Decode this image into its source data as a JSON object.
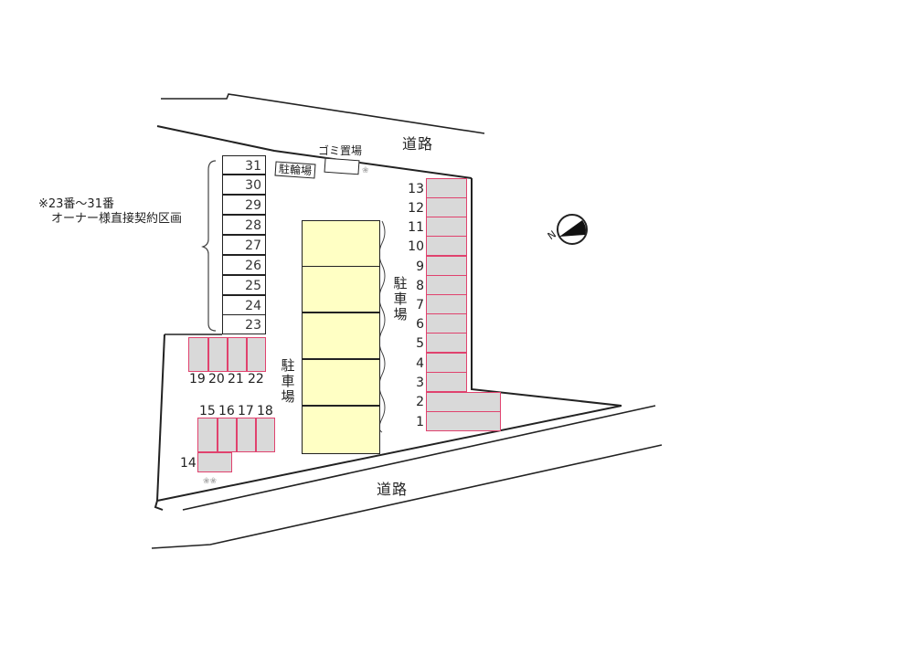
{
  "map": {
    "type": "parking-lot-site-plan",
    "roads": [
      {
        "label": "道路",
        "position": "north"
      },
      {
        "label": "道路",
        "position": "south"
      }
    ],
    "facilities": {
      "garbage_area": "ゴミ置場",
      "bicycle_parking": "駐輪場",
      "parking_label_center": "駐車場",
      "parking_label_right": "駐車場"
    },
    "note": {
      "line1": "※23番〜31番",
      "line2": "オーナー様直接契約区画"
    },
    "compass": {
      "label": "N",
      "icon": "north-arrow-icon"
    },
    "owner_contract_slots": [
      "31",
      "30",
      "29",
      "28",
      "27",
      "26",
      "25",
      "24",
      "23"
    ],
    "east_column_slots": [
      "13",
      "12",
      "11",
      "10",
      "9",
      "8",
      "7",
      "6",
      "5",
      "4",
      "3"
    ],
    "east_wide_slots": [
      "2",
      "1"
    ],
    "row_19_22": [
      "19",
      "20",
      "21",
      "22"
    ],
    "row_15_18": [
      "15",
      "16",
      "17",
      "18"
    ],
    "single_slot": "14",
    "building_rows": 5,
    "colors": {
      "slot_fill": "#d9d9d9",
      "slot_border": "#e0426e",
      "building_fill": "#ffffc4",
      "line": "#222222"
    }
  }
}
